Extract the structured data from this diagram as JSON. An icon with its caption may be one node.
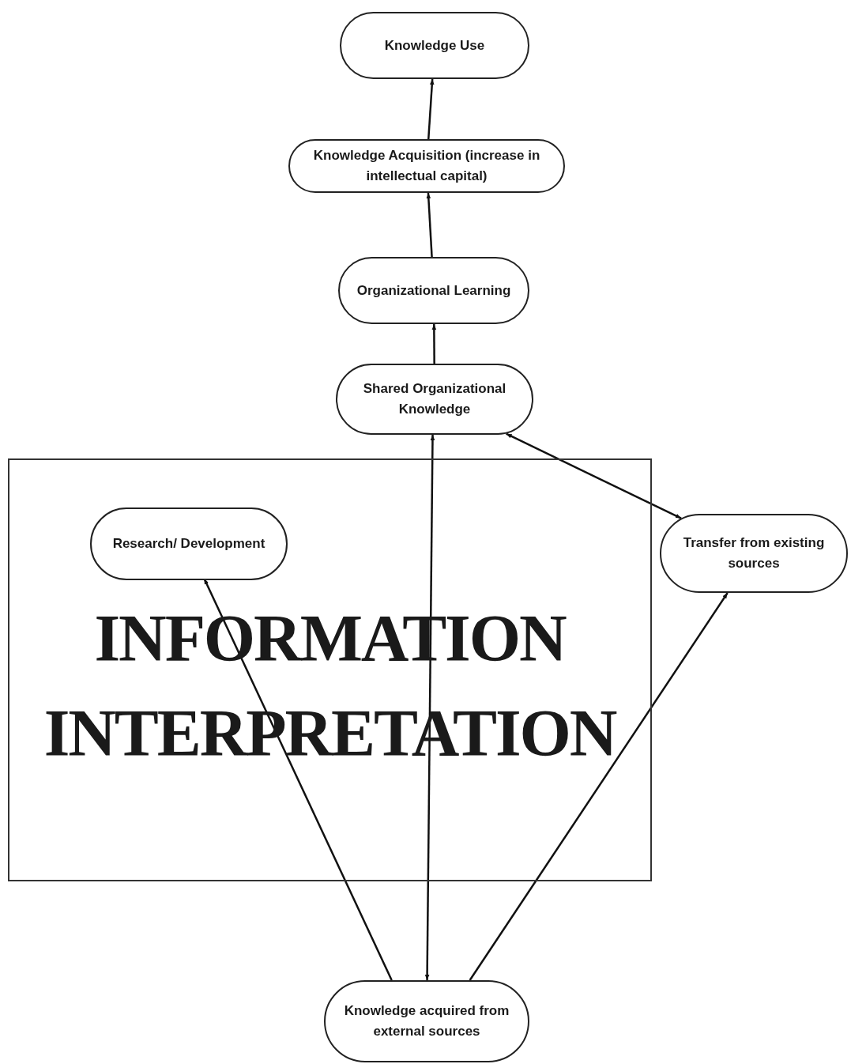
{
  "diagram": {
    "nodes": [
      {
        "text": [
          "Knowledge Use"
        ]
      },
      {
        "text": [
          "Knowledge Acquisition (increase in intellectual capital)"
        ]
      },
      {
        "text": [
          "Organizational Learning"
        ]
      },
      {
        "text": [
          "Shared Organizational Knowledge"
        ]
      },
      {
        "text": [
          "INFORMATION INTERPRETATION"
        ]
      },
      {
        "text": [
          "Research/ Development"
        ],
        "in": 4
      },
      {
        "text": [
          "Transfer from existing sources"
        ]
      },
      {
        "text": [
          "Knowledge acquired from external sources"
        ]
      }
    ],
    "edges": [
      {
        "from": 1,
        "to": 0,
        "arrow": "to"
      },
      {
        "from": 2,
        "to": 1,
        "arrow": "to"
      },
      {
        "from": 3,
        "to": 2,
        "arrow": "to"
      },
      {
        "from": 7,
        "to": 3,
        "arrow": "both"
      },
      {
        "from": 7,
        "to": 5,
        "arrow": "to"
      },
      {
        "from": 7,
        "to": 6,
        "arrow": "to"
      },
      {
        "from": 3,
        "to": 6,
        "arrow": "both"
      }
    ]
  }
}
